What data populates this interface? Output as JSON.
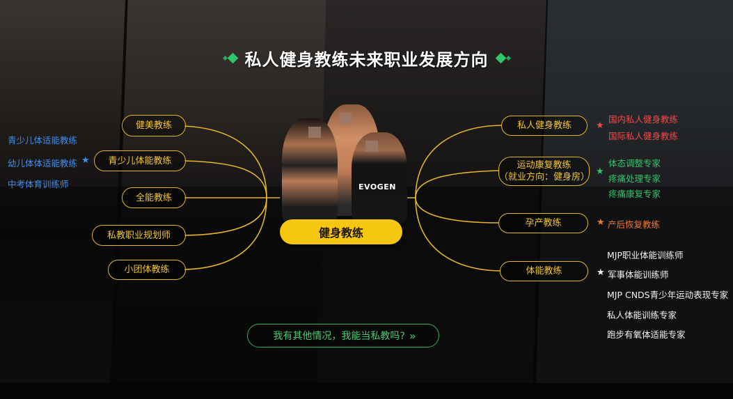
{
  "title": "私人健身教练未来职业发展方向",
  "center": {
    "label": "健身教练"
  },
  "brand_text": "EVOGEN",
  "left_nodes": [
    {
      "id": "bodybuilding",
      "label": "健美教练"
    },
    {
      "id": "youth",
      "label": "青少儿体能教练"
    },
    {
      "id": "all-round",
      "label": "全能教练"
    },
    {
      "id": "career-planner",
      "label": "私教职业规划师"
    },
    {
      "id": "small-group",
      "label": "小团体教练"
    }
  ],
  "youth_leaves": [
    {
      "label": "青少儿体适能教练"
    },
    {
      "label": "幼儿体体适能教练"
    },
    {
      "label": "中考体育训练师"
    }
  ],
  "right_nodes": [
    {
      "id": "personal",
      "label": "私人健身教练"
    },
    {
      "id": "rehab",
      "label": "运动康复教练",
      "sublabel": "（就业方向：健身房）"
    },
    {
      "id": "maternity",
      "label": "孕产教练"
    },
    {
      "id": "fitness",
      "label": "体能教练"
    }
  ],
  "personal_leaves": [
    {
      "label": "国内私人健身教练"
    },
    {
      "label": "国际私人健身教练"
    }
  ],
  "rehab_leaves": [
    {
      "label": "体态调整专家"
    },
    {
      "label": "疼痛处理专家"
    },
    {
      "label": "疼痛康复专家"
    }
  ],
  "maternity_leaves": [
    {
      "label": "产后恢复教练"
    }
  ],
  "fitness_leaves": [
    {
      "label": "MJP职业体能训练师"
    },
    {
      "label": "军事体能训练师"
    },
    {
      "label": "MJP CNDS青少年运动表现专家"
    },
    {
      "label": "私人体能训练专家"
    },
    {
      "label": "跑步有氧体适能专家"
    }
  ],
  "icons": {
    "star": "★",
    "double_chevron": "»"
  },
  "cta": {
    "label": "我有其他情况，我能当私教吗?"
  },
  "colors": {
    "gold": "#e2b626",
    "center_yellow": "#f6c711",
    "blue": "#3e8ef0",
    "red": "#f24a4a",
    "green": "#33c46a",
    "orange": "#f07a33",
    "white": "#f2f2f2",
    "title_diamond": "#2ec66a"
  }
}
